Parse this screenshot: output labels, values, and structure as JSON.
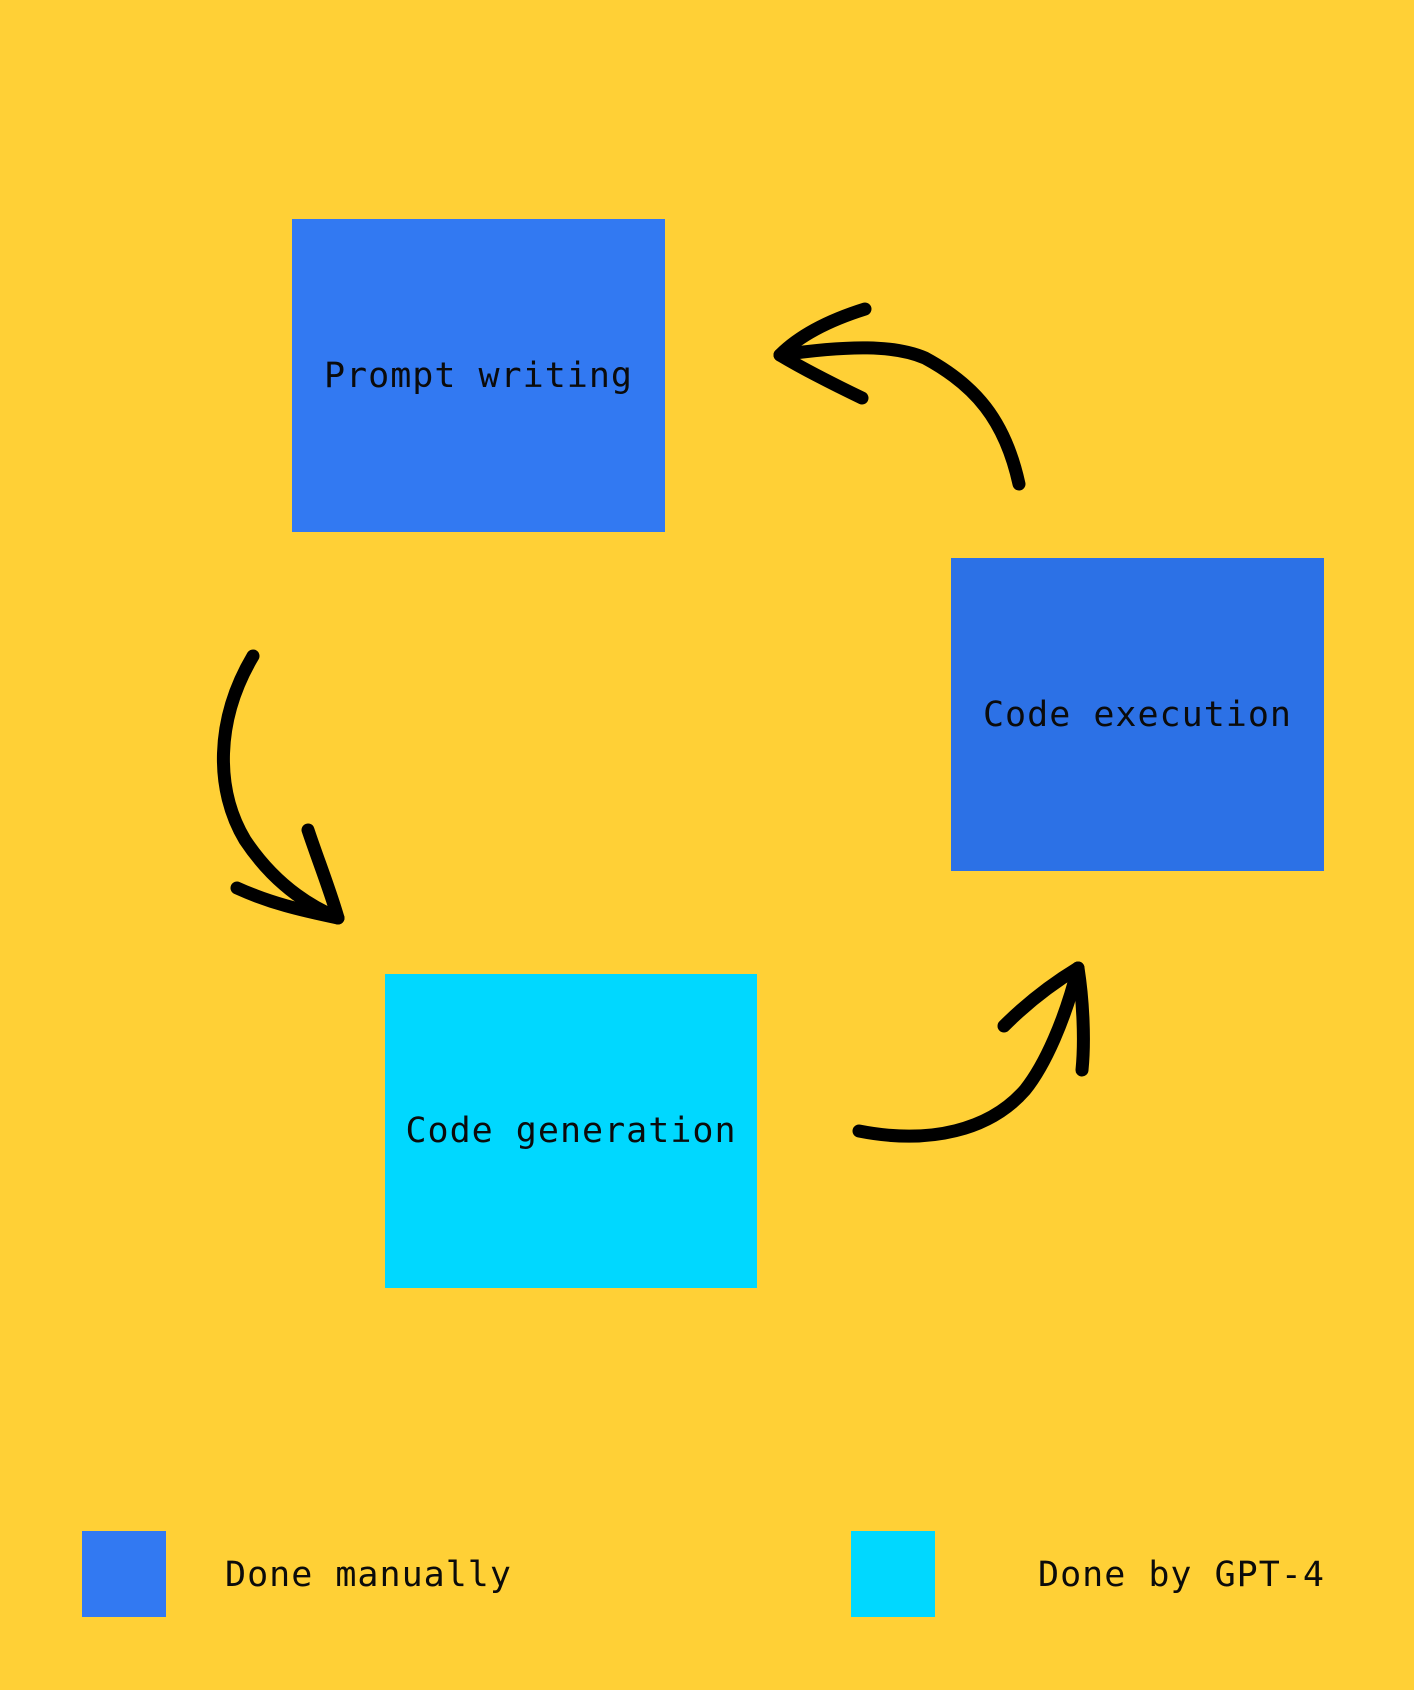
{
  "colors": {
    "background": "#FFD036",
    "manual": "#3279F2",
    "manual_alt": "#2C71E6",
    "gpt": "#00D8FF",
    "arrow": "#000000"
  },
  "nodes": {
    "prompt_writing": {
      "label": "Prompt writing"
    },
    "code_execution": {
      "label": "Code execution"
    },
    "code_generation": {
      "label": "Code generation"
    }
  },
  "legend": {
    "manual_label": "Done manually",
    "gpt_label": "Done by GPT-4"
  },
  "icons": {
    "arrow": "curved-arrow-icon"
  }
}
